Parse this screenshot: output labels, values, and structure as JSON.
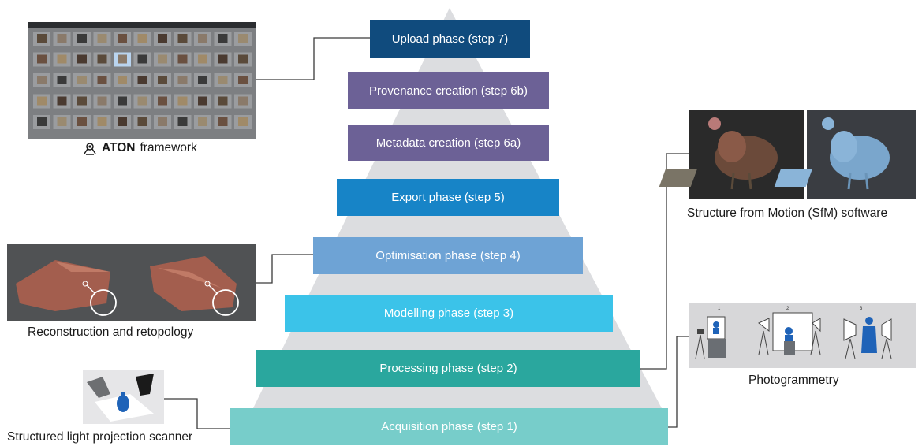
{
  "phases": [
    {
      "id": "upload",
      "label": "Upload phase (step 7)",
      "color": "#104b7d"
    },
    {
      "id": "provenance",
      "label": "Provenance creation (step 6b)",
      "color": "#6c6196"
    },
    {
      "id": "metadata",
      "label": "Metadata creation (step 6a)",
      "color": "#6c6196"
    },
    {
      "id": "export",
      "label": "Export phase (step 5)",
      "color": "#1784c7"
    },
    {
      "id": "optimisation",
      "label": "Optimisation phase (step 4)",
      "color": "#6ea3d5"
    },
    {
      "id": "modelling",
      "label": "Modelling phase (step 3)",
      "color": "#3bc3e9"
    },
    {
      "id": "processing",
      "label": "Processing phase (step 2)",
      "color": "#2aa79e"
    },
    {
      "id": "acquisition",
      "label": "Acquisition phase (step 1)",
      "color": "#77cdca"
    }
  ],
  "captions": {
    "aton_name": "ATON",
    "aton_suffix": "framework",
    "sfm": "Structure from Motion (SfM) software",
    "reconstruction": "Reconstruction and retopology",
    "photogrammetry": "Photogrammetry",
    "scanner": "Structured light projection scanner"
  },
  "photogrammetry_steps": [
    "1",
    "2",
    "3"
  ],
  "colors": {
    "pyramid": "#dcdde0",
    "connector": "#3a3a3a"
  }
}
